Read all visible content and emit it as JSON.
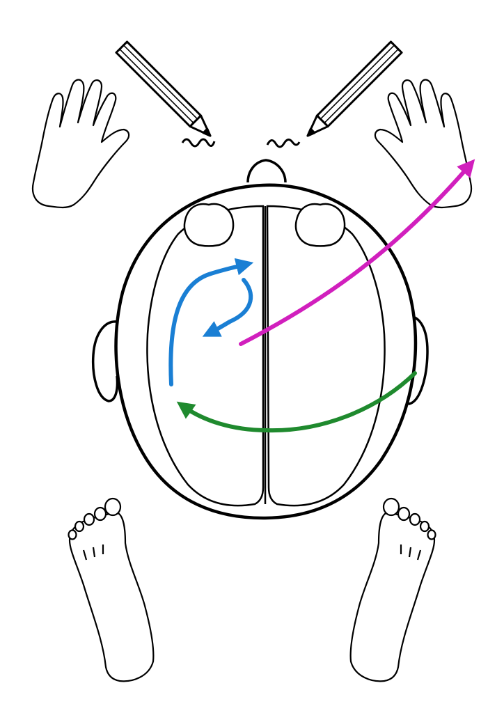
{
  "colors": {
    "background": "#ffffff",
    "outline": "#000000",
    "arrow_blue": "#1a7fd4",
    "arrow_magenta": "#d11fbd",
    "arrow_green": "#1f8a2e"
  },
  "elements": {
    "pencils": 2,
    "hands": 2,
    "feet": 2,
    "ears": 2,
    "eyes": 2,
    "nose": 1,
    "brain_hemispheres": 2
  },
  "arrows": [
    {
      "name": "blue-loop-arrows",
      "color": "arrow_blue",
      "heads": 2
    },
    {
      "name": "magenta-arrow",
      "color": "arrow_magenta",
      "heads": 1
    },
    {
      "name": "green-arrow",
      "color": "arrow_green",
      "heads": 1
    }
  ]
}
